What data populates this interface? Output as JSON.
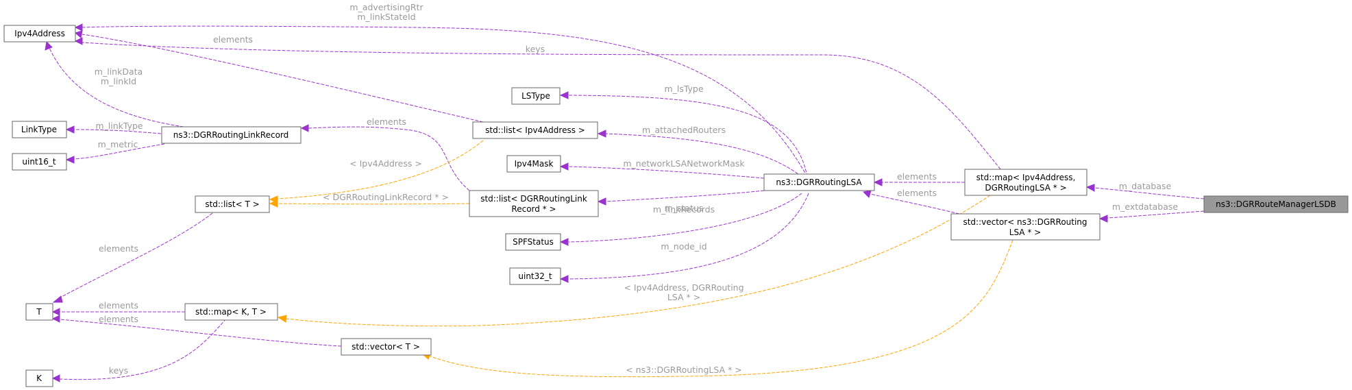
{
  "nodes": {
    "ipv4address": "Ipv4Address",
    "linktype": "LinkType",
    "uint16_t": "uint16_t",
    "linkrecord": "ns3::DGRRoutingLinkRecord",
    "stdlist_t": "std::list< T >",
    "t": "T",
    "stdmap_kt": "std::map< K, T >",
    "k": "K",
    "stdvector_t": "std::vector< T >",
    "lstype": "LSType",
    "stdlist_ipv4_l1": "std::list< Ipv4Address >",
    "ipv4mask": "Ipv4Mask",
    "stdlist_rec_l1": "std::list< DGRRoutingLink",
    "stdlist_rec_l2": "Record * >",
    "spfstatus": "SPFStatus",
    "uint32_t": "uint32_t",
    "lsa": "ns3::DGRRoutingLSA",
    "stdmap_db_l1": "std::map< Ipv4Address,",
    "stdmap_db_l2": "DGRRoutingLSA * >",
    "stdvector_db_l1": "std::vector< ns3::DGRRouting",
    "stdvector_db_l2": "LSA * >",
    "manager": "ns3::DGRRouteManagerLSDB"
  },
  "edges": {
    "m_advertisingRtr": "m_advertisingRtr",
    "m_linkStateId": "m_linkStateId",
    "keys_top": "keys",
    "elements_ipv4list": "elements",
    "m_linkData": "m_linkData",
    "m_linkId": "m_linkId",
    "m_linkType": "m_linkType",
    "m_metric": "m_metric",
    "elements_reclist": "elements",
    "tmpl_ipv4": "< Ipv4Address >",
    "tmpl_rec": "< DGRRoutingLinkRecord * >",
    "elements_list_t": "elements",
    "elements_map_t": "elements",
    "elements_vec_t": "elements",
    "keys_k": "keys",
    "m_lsType": "m_lsType",
    "m_attachedRouters": "m_attachedRouters",
    "m_networkLSANetworkMask": "m_networkLSANetworkMask",
    "m_linkRecords": "m_linkRecords",
    "m_status": "m_status",
    "m_node_id": "m_node_id",
    "elements_map_lsa": "elements",
    "elements_vec_lsa": "elements",
    "m_database": "m_database",
    "m_extdatabase": "m_extdatabase",
    "tmpl_map_l1": "< Ipv4Address, DGRRouting",
    "tmpl_map_l2": "LSA * >",
    "tmpl_vec": "< ns3::DGRRoutingLSA * >"
  },
  "colors": {
    "member_edge": "#9a32cd",
    "template_edge": "#ffa500",
    "label_text": "#9a9a9a",
    "node_border": "#666666",
    "highlight_node": "#999999"
  }
}
